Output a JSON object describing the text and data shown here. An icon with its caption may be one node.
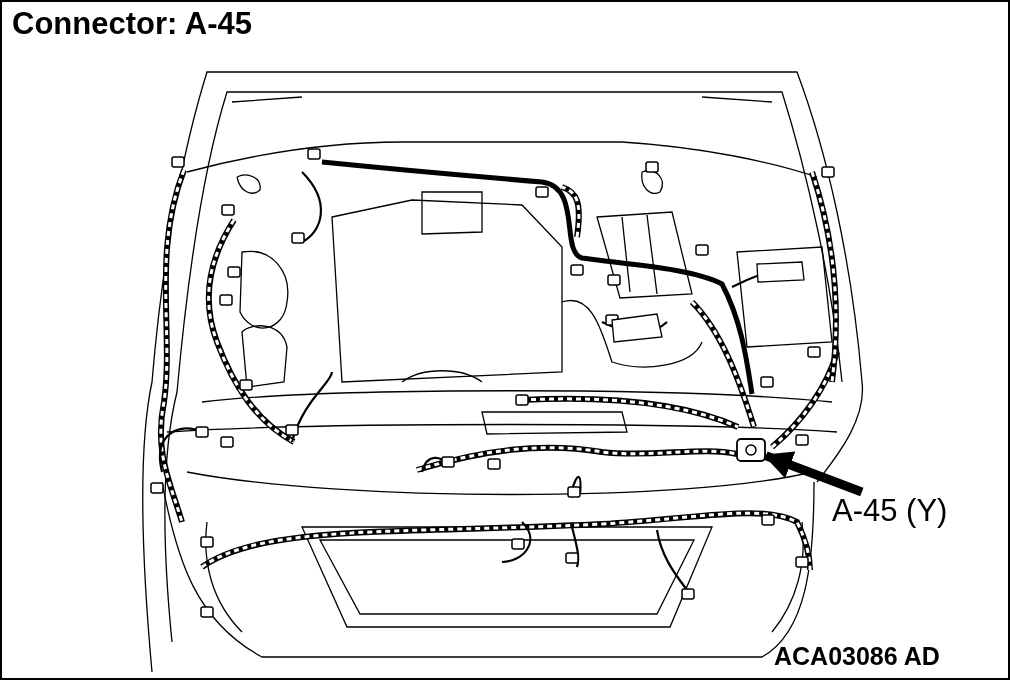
{
  "diagram": {
    "title": "Connector: A-45",
    "nodes": [
      {
        "text": [
          "A-45 (Y)"
        ]
      },
      {
        "text": [],
        "shape": "picture"
      }
    ],
    "edges": [
      {
        "from": 0,
        "to": 1,
        "arrow": "to"
      }
    ],
    "labels": [
      "ACA03086 AD"
    ]
  }
}
